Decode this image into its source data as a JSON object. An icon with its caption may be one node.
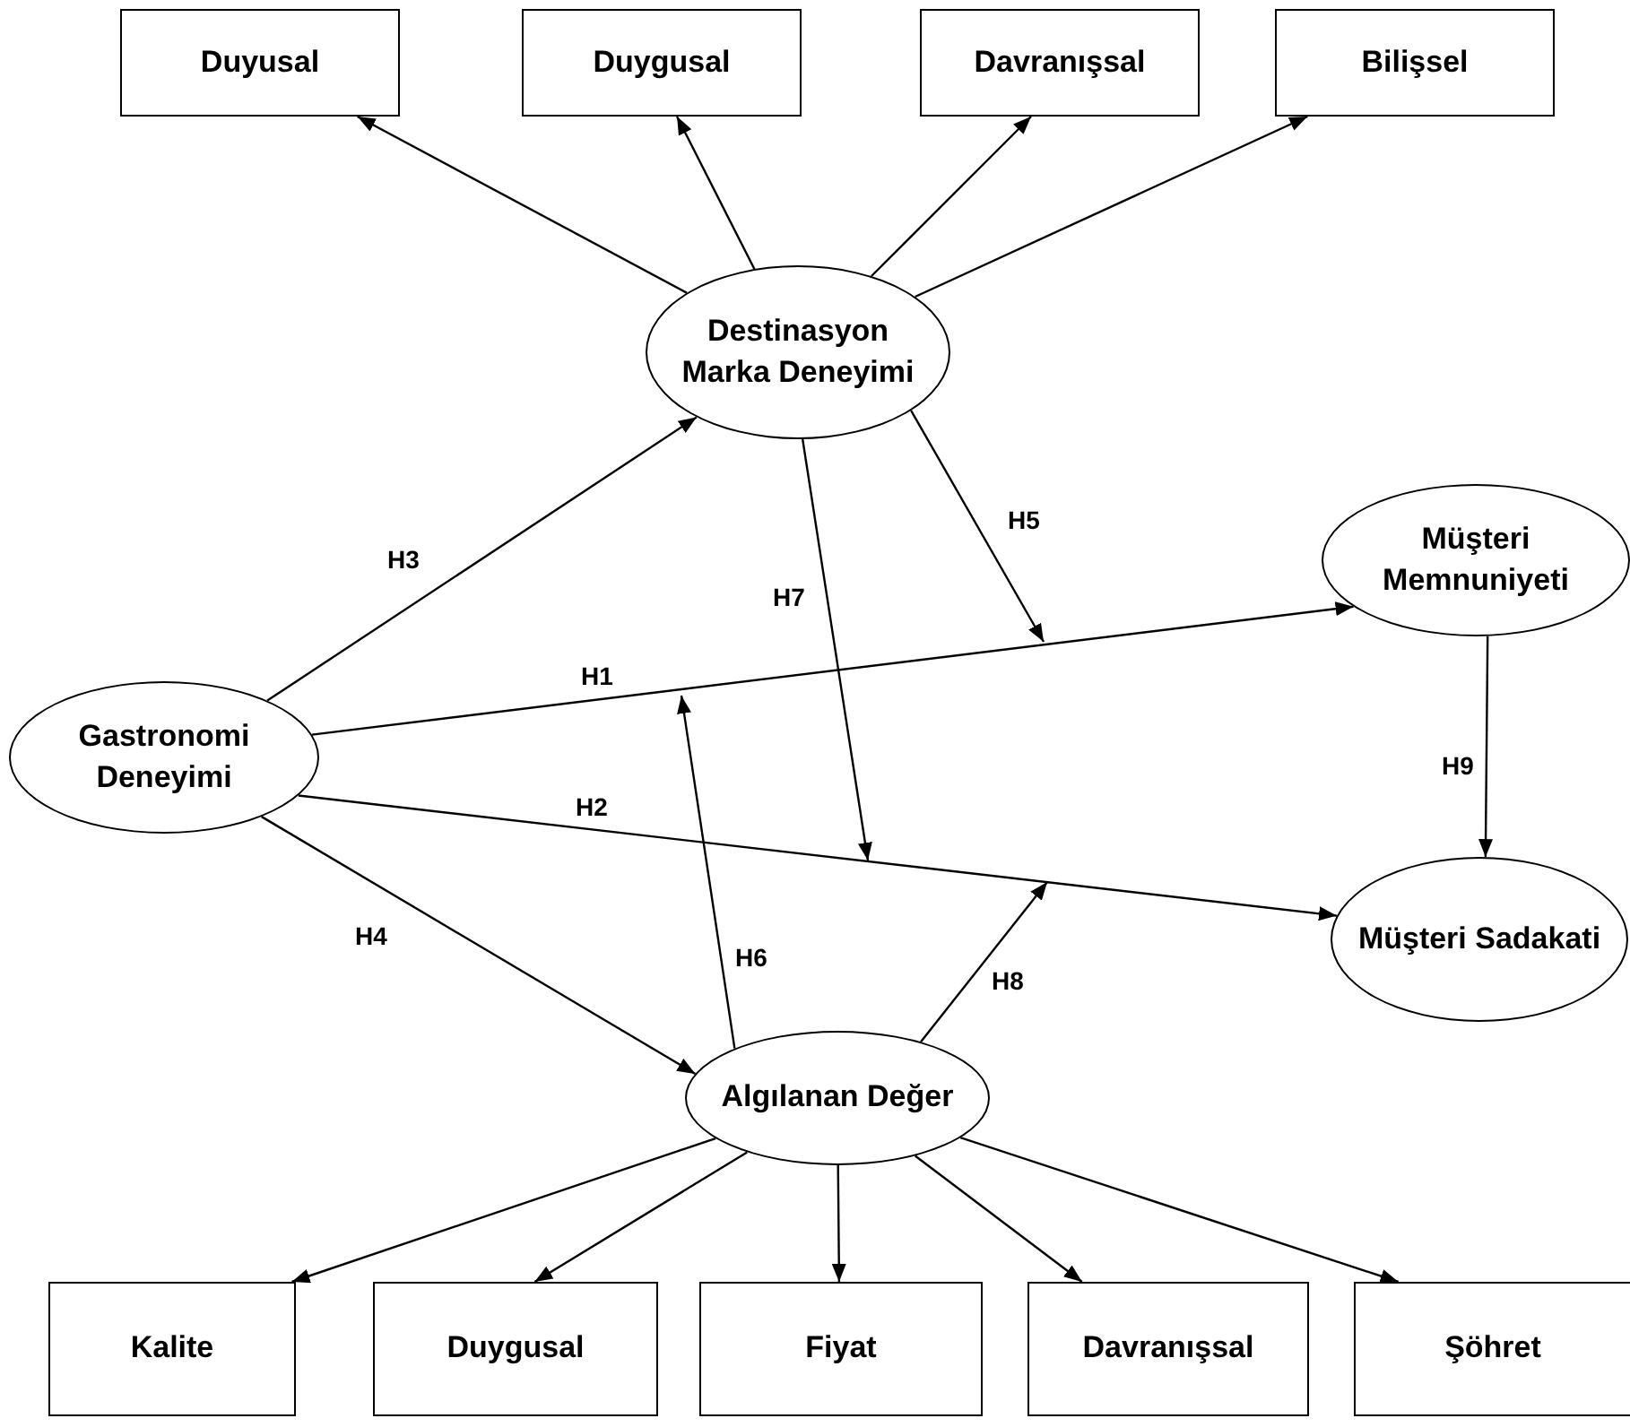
{
  "diagram": {
    "nodes": [
      {
        "text": [
          "Duyusal"
        ]
      },
      {
        "text": [
          "Duygusal"
        ]
      },
      {
        "text": [
          "Davranışsal"
        ]
      },
      {
        "text": [
          "Bilişsel"
        ]
      },
      {
        "text": [
          "Destinasyon Marka Deneyimi"
        ]
      },
      {
        "text": [
          "Müşteri Memnuniyeti"
        ]
      },
      {
        "text": [
          "Gastronomi Deneyimi"
        ]
      },
      {
        "text": [
          "Müşteri Sadakati"
        ]
      },
      {
        "text": [
          "Algılanan Değer"
        ]
      },
      {
        "text": [
          "Kalite"
        ]
      },
      {
        "text": [
          "Duygusal"
        ]
      },
      {
        "text": [
          "Fiyat"
        ]
      },
      {
        "text": [
          "Davranışsal"
        ]
      },
      {
        "text": [
          "Şöhret"
        ]
      }
    ],
    "edges": [
      {
        "from": 4,
        "to": 0,
        "arrow": "to"
      },
      {
        "from": 4,
        "to": 1,
        "arrow": "to"
      },
      {
        "from": 4,
        "to": 2,
        "arrow": "to"
      },
      {
        "from": 4,
        "to": 3,
        "arrow": "to"
      },
      {
        "from": 6,
        "to": 4,
        "arrow": "to",
        "label": "H3"
      },
      {
        "from": 6,
        "to": 5,
        "arrow": "to",
        "label": "H1"
      },
      {
        "from": 6,
        "to": 7,
        "arrow": "to",
        "label": "H2"
      },
      {
        "from": 6,
        "to": 8,
        "arrow": "to",
        "label": "H4"
      },
      {
        "from": 4,
        "to": null,
        "arrow": "to",
        "label": "H5"
      },
      {
        "from": 4,
        "to": null,
        "arrow": "to",
        "label": "H7"
      },
      {
        "from": 8,
        "to": null,
        "arrow": "to",
        "label": "H6"
      },
      {
        "from": 8,
        "to": null,
        "arrow": "to",
        "label": "H8"
      },
      {
        "from": 5,
        "to": 7,
        "arrow": "to",
        "label": "H9"
      },
      {
        "from": 8,
        "to": 9,
        "arrow": "to"
      },
      {
        "from": 8,
        "to": 10,
        "arrow": "to"
      },
      {
        "from": 8,
        "to": 11,
        "arrow": "to"
      },
      {
        "from": 8,
        "to": 12,
        "arrow": "to"
      },
      {
        "from": 8,
        "to": 13,
        "arrow": "to"
      }
    ]
  }
}
